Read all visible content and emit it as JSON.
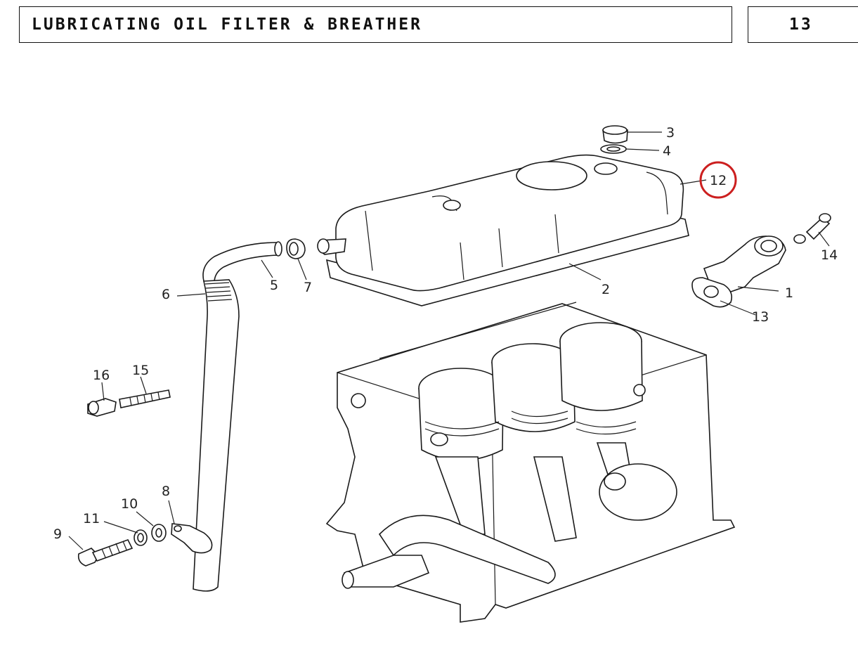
{
  "header": {
    "title": "LUBRICATING OIL FILTER & BREATHER",
    "page_number": "13"
  },
  "diagram": {
    "callouts": [
      "1",
      "2",
      "3",
      "4",
      "5",
      "6",
      "7",
      "8",
      "9",
      "10",
      "11",
      "12",
      "13",
      "14",
      "15",
      "16"
    ],
    "highlighted_callout": "12",
    "highlight_color": "#cc1f1f",
    "line_color": "#1a1a1a"
  }
}
